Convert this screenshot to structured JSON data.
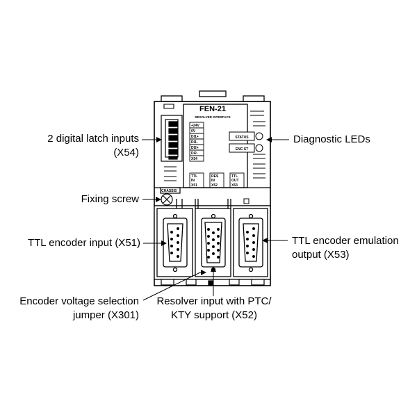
{
  "device": {
    "model": "FEN-21",
    "subtitle": "RESOLVER INTERFACE",
    "terminal_labels": [
      "+24V",
      "0V",
      "DI1+",
      "DI1-",
      "DI2+",
      "DI2-",
      "X54"
    ],
    "led_labels": [
      "STATUS",
      "ENC ST"
    ],
    "chassis_label": "CHASSIS",
    "port_tags": [
      [
        "TTL",
        "IN",
        "X51"
      ],
      [
        "RES",
        "IN",
        "X52"
      ],
      [
        "TTL",
        "OUT",
        "X53"
      ]
    ]
  },
  "callouts": {
    "digital_latch": [
      "2 digital latch inputs",
      "(X54)"
    ],
    "diagnostic_leds": [
      "Diagnostic LEDs"
    ],
    "fixing_screw": [
      "Fixing screw"
    ],
    "ttl_input": [
      "TTL encoder input (X51)"
    ],
    "ttl_emulation": [
      "TTL encoder emulation",
      "output (X53)"
    ],
    "voltage_jumper": [
      "Encoder voltage selection",
      "jumper (X301)"
    ],
    "resolver_input": [
      "Resolver input with PTC/",
      "KTY support (X52)"
    ]
  },
  "colors": {
    "line": "#000000",
    "panel": "#ffffff",
    "shade": "#d9d9d9"
  }
}
